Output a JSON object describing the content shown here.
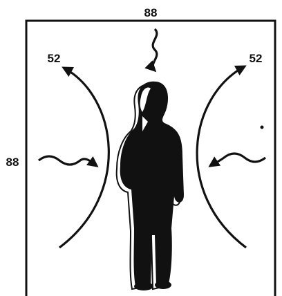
{
  "diagram": {
    "labels": {
      "top": "88",
      "left": "88",
      "upper_left": "52",
      "upper_right": "52"
    },
    "colors": {
      "ink": "#111111",
      "background": "#ffffff"
    }
  }
}
